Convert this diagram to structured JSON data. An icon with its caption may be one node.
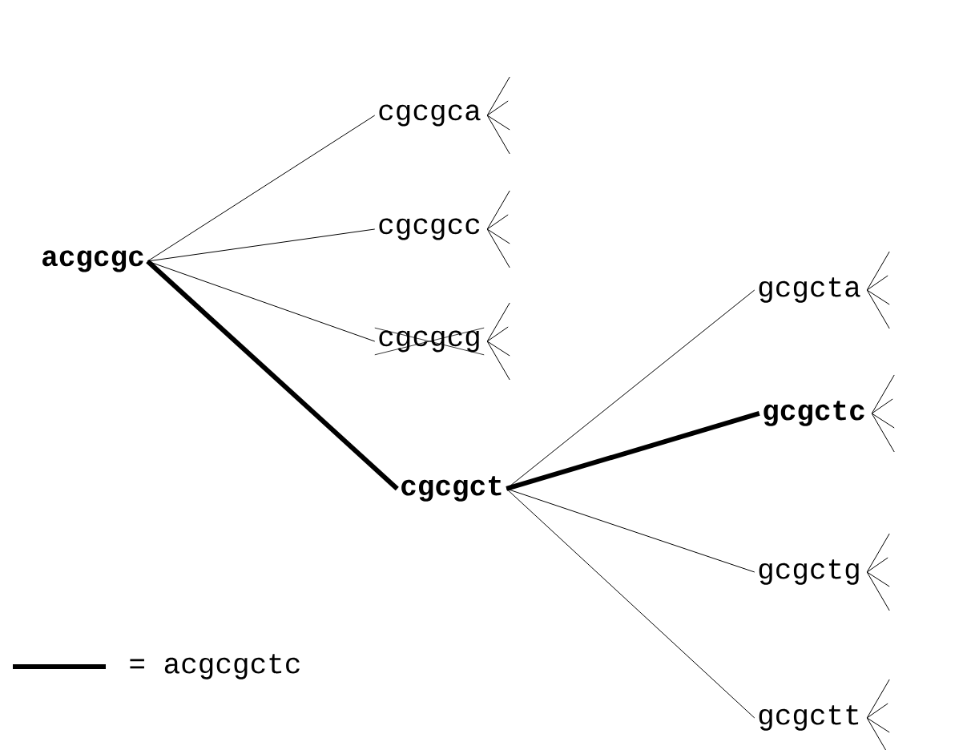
{
  "diagram": {
    "nodes": [
      {
        "text": [
          "acgcgc"
        ]
      },
      {
        "text": [
          "cgcgca"
        ]
      },
      {
        "text": [
          "cgcgcc"
        ]
      },
      {
        "text": [
          "cgcgcg"
        ]
      },
      {
        "text": [
          "cgcgct"
        ]
      },
      {
        "text": [
          "gcgcta"
        ]
      },
      {
        "text": [
          "gcgctc"
        ]
      },
      {
        "text": [
          "gcgctg"
        ]
      },
      {
        "text": [
          "gcgctt"
        ]
      }
    ],
    "edges": [
      {
        "from": 0,
        "to": 1,
        "arrow": "none"
      },
      {
        "from": 0,
        "to": 2,
        "arrow": "none"
      },
      {
        "from": 0,
        "to": 3,
        "arrow": "none"
      },
      {
        "from": 0,
        "to": 4,
        "arrow": "none",
        "style": "thick"
      },
      {
        "from": 4,
        "to": 5,
        "arrow": "none"
      },
      {
        "from": 4,
        "to": 6,
        "arrow": "none",
        "style": "thick"
      },
      {
        "from": 4,
        "to": 7,
        "arrow": "none"
      },
      {
        "from": 4,
        "to": 8,
        "arrow": "none"
      },
      {
        "from": 1,
        "to": null,
        "arrow": "none"
      },
      {
        "from": 1,
        "to": null,
        "arrow": "none"
      },
      {
        "from": 1,
        "to": null,
        "arrow": "none"
      },
      {
        "from": 1,
        "to": null,
        "arrow": "none"
      },
      {
        "from": 2,
        "to": null,
        "arrow": "none"
      },
      {
        "from": 2,
        "to": null,
        "arrow": "none"
      },
      {
        "from": 2,
        "to": null,
        "arrow": "none"
      },
      {
        "from": 2,
        "to": null,
        "arrow": "none"
      },
      {
        "from": 3,
        "to": null,
        "arrow": "none"
      },
      {
        "from": 3,
        "to": null,
        "arrow": "none"
      },
      {
        "from": 3,
        "to": null,
        "arrow": "none"
      },
      {
        "from": 3,
        "to": null,
        "arrow": "none"
      },
      {
        "from": 5,
        "to": null,
        "arrow": "none"
      },
      {
        "from": 5,
        "to": null,
        "arrow": "none"
      },
      {
        "from": 5,
        "to": null,
        "arrow": "none"
      },
      {
        "from": 5,
        "to": null,
        "arrow": "none"
      },
      {
        "from": 6,
        "to": null,
        "arrow": "none"
      },
      {
        "from": 6,
        "to": null,
        "arrow": "none"
      },
      {
        "from": 6,
        "to": null,
        "arrow": "none"
      },
      {
        "from": 6,
        "to": null,
        "arrow": "none"
      },
      {
        "from": 7,
        "to": null,
        "arrow": "none"
      },
      {
        "from": 7,
        "to": null,
        "arrow": "none"
      },
      {
        "from": 7,
        "to": null,
        "arrow": "none"
      },
      {
        "from": 7,
        "to": null,
        "arrow": "none"
      },
      {
        "from": 8,
        "to": null,
        "arrow": "none"
      },
      {
        "from": 8,
        "to": null,
        "arrow": "none"
      },
      {
        "from": 8,
        "to": null,
        "arrow": "none"
      },
      {
        "from": 8,
        "to": null,
        "arrow": "none"
      }
    ],
    "legend": [
      {
        "text": "= acgcgctc"
      }
    ]
  }
}
